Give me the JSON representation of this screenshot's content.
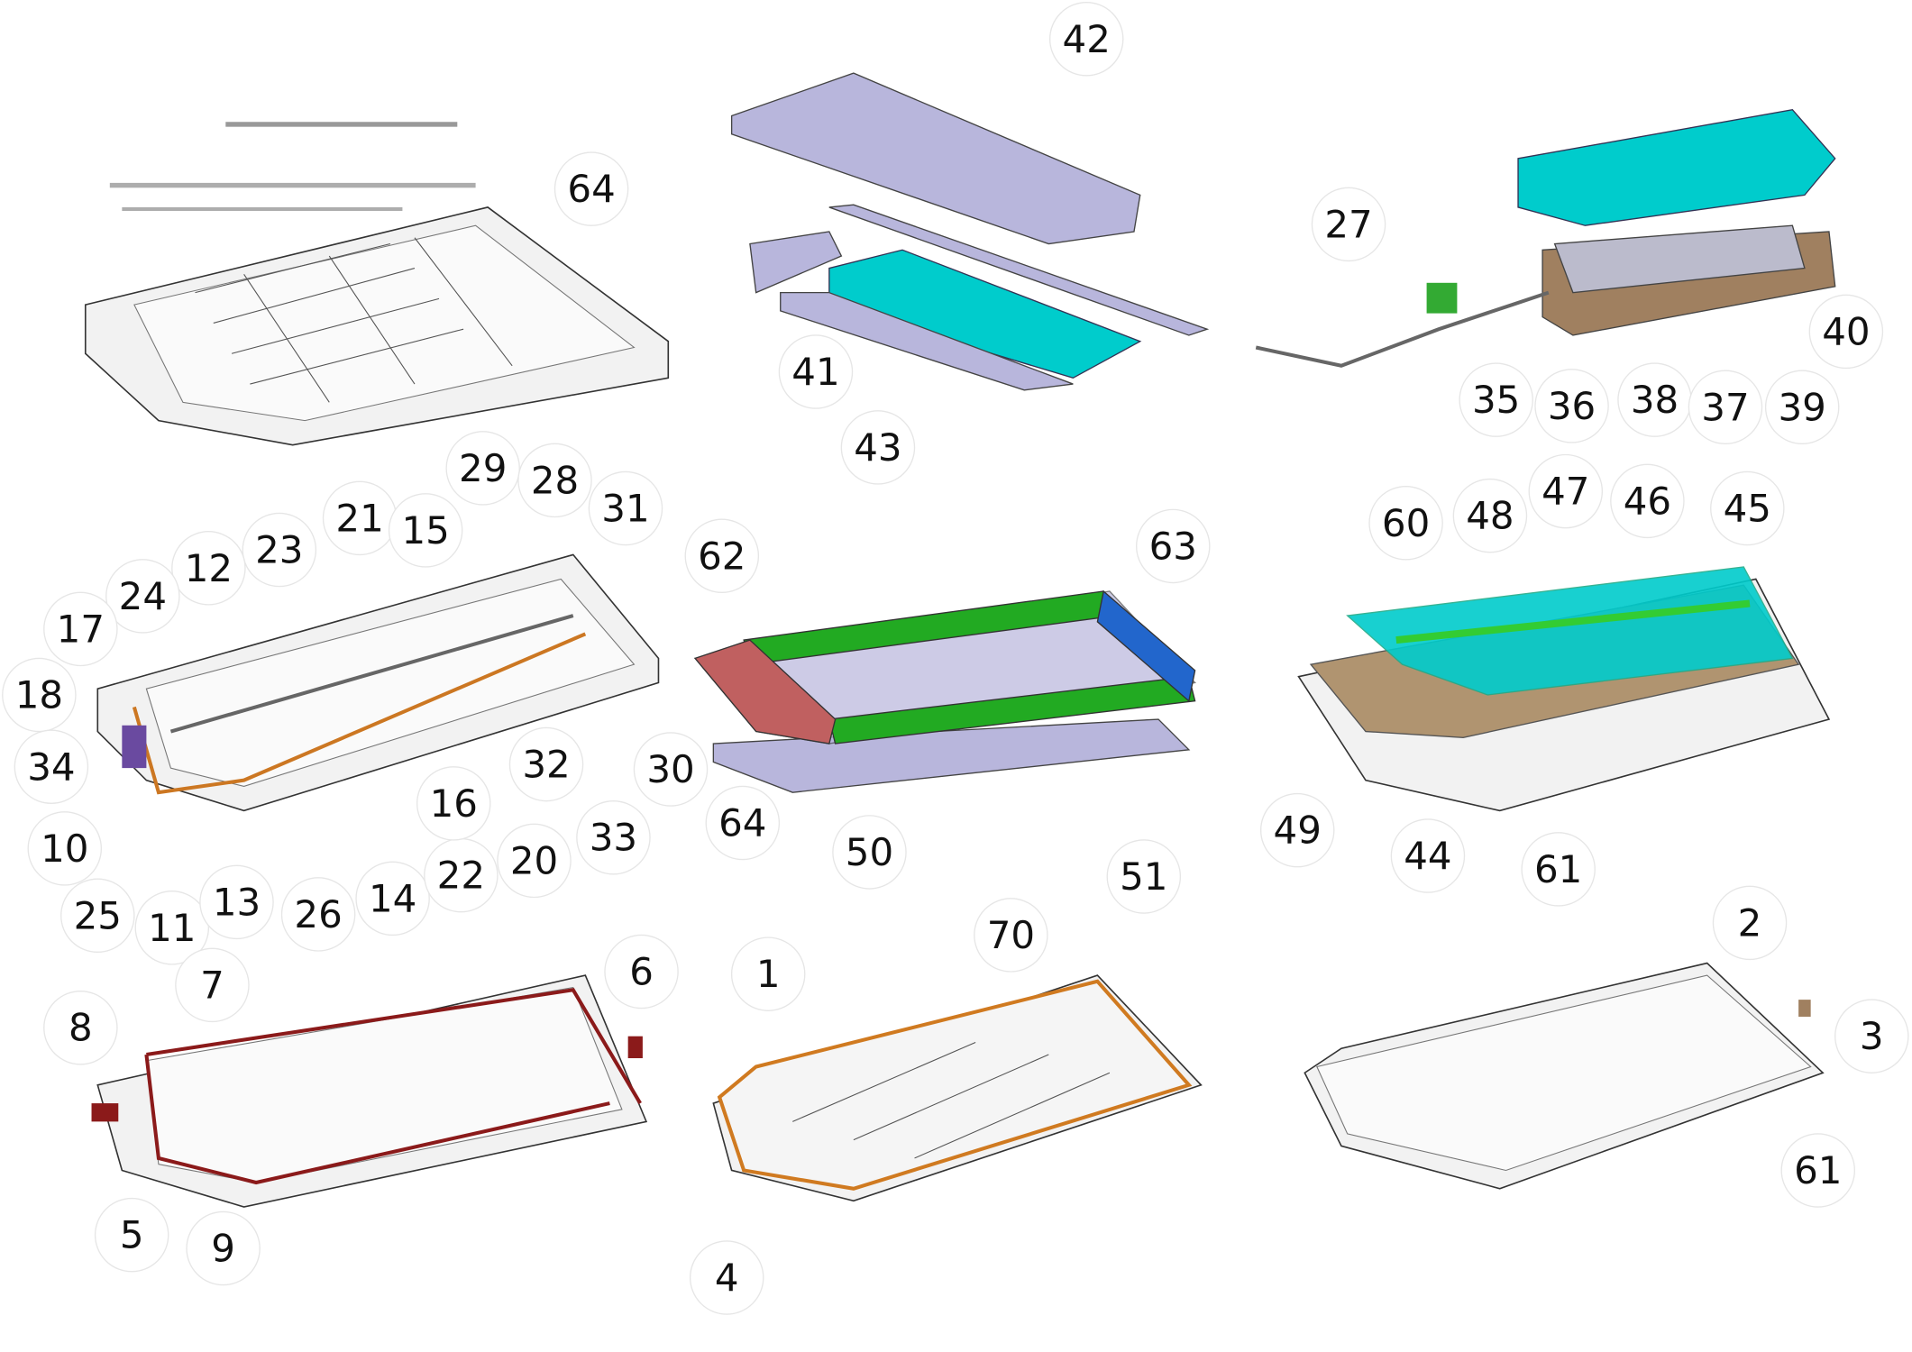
{
  "diagram": {
    "title": "Battery pack exploded assembly views",
    "callouts": [
      "42",
      "64",
      "41",
      "43",
      "27",
      "40",
      "35",
      "36",
      "38",
      "37",
      "39",
      "29",
      "28",
      "31",
      "21",
      "15",
      "23",
      "12",
      "24",
      "17",
      "18",
      "34",
      "10",
      "25",
      "11",
      "13",
      "26",
      "14",
      "22",
      "20",
      "33",
      "16",
      "32",
      "30",
      "62",
      "63",
      "64",
      "50",
      "51",
      "60",
      "48",
      "47",
      "46",
      "45",
      "49",
      "44",
      "61",
      "8",
      "7",
      "6",
      "5",
      "9",
      "1",
      "70",
      "4",
      "2",
      "3",
      "61"
    ],
    "colors": {
      "cover": "#b8b6dc",
      "bms": "#00cccc",
      "frame_green": "#22aa22",
      "frame_blue": "#2266cc",
      "frame_red": "#c06060",
      "insulation": "#b09470",
      "harness": "#8b1a1a",
      "seal": "#d07a20"
    }
  }
}
